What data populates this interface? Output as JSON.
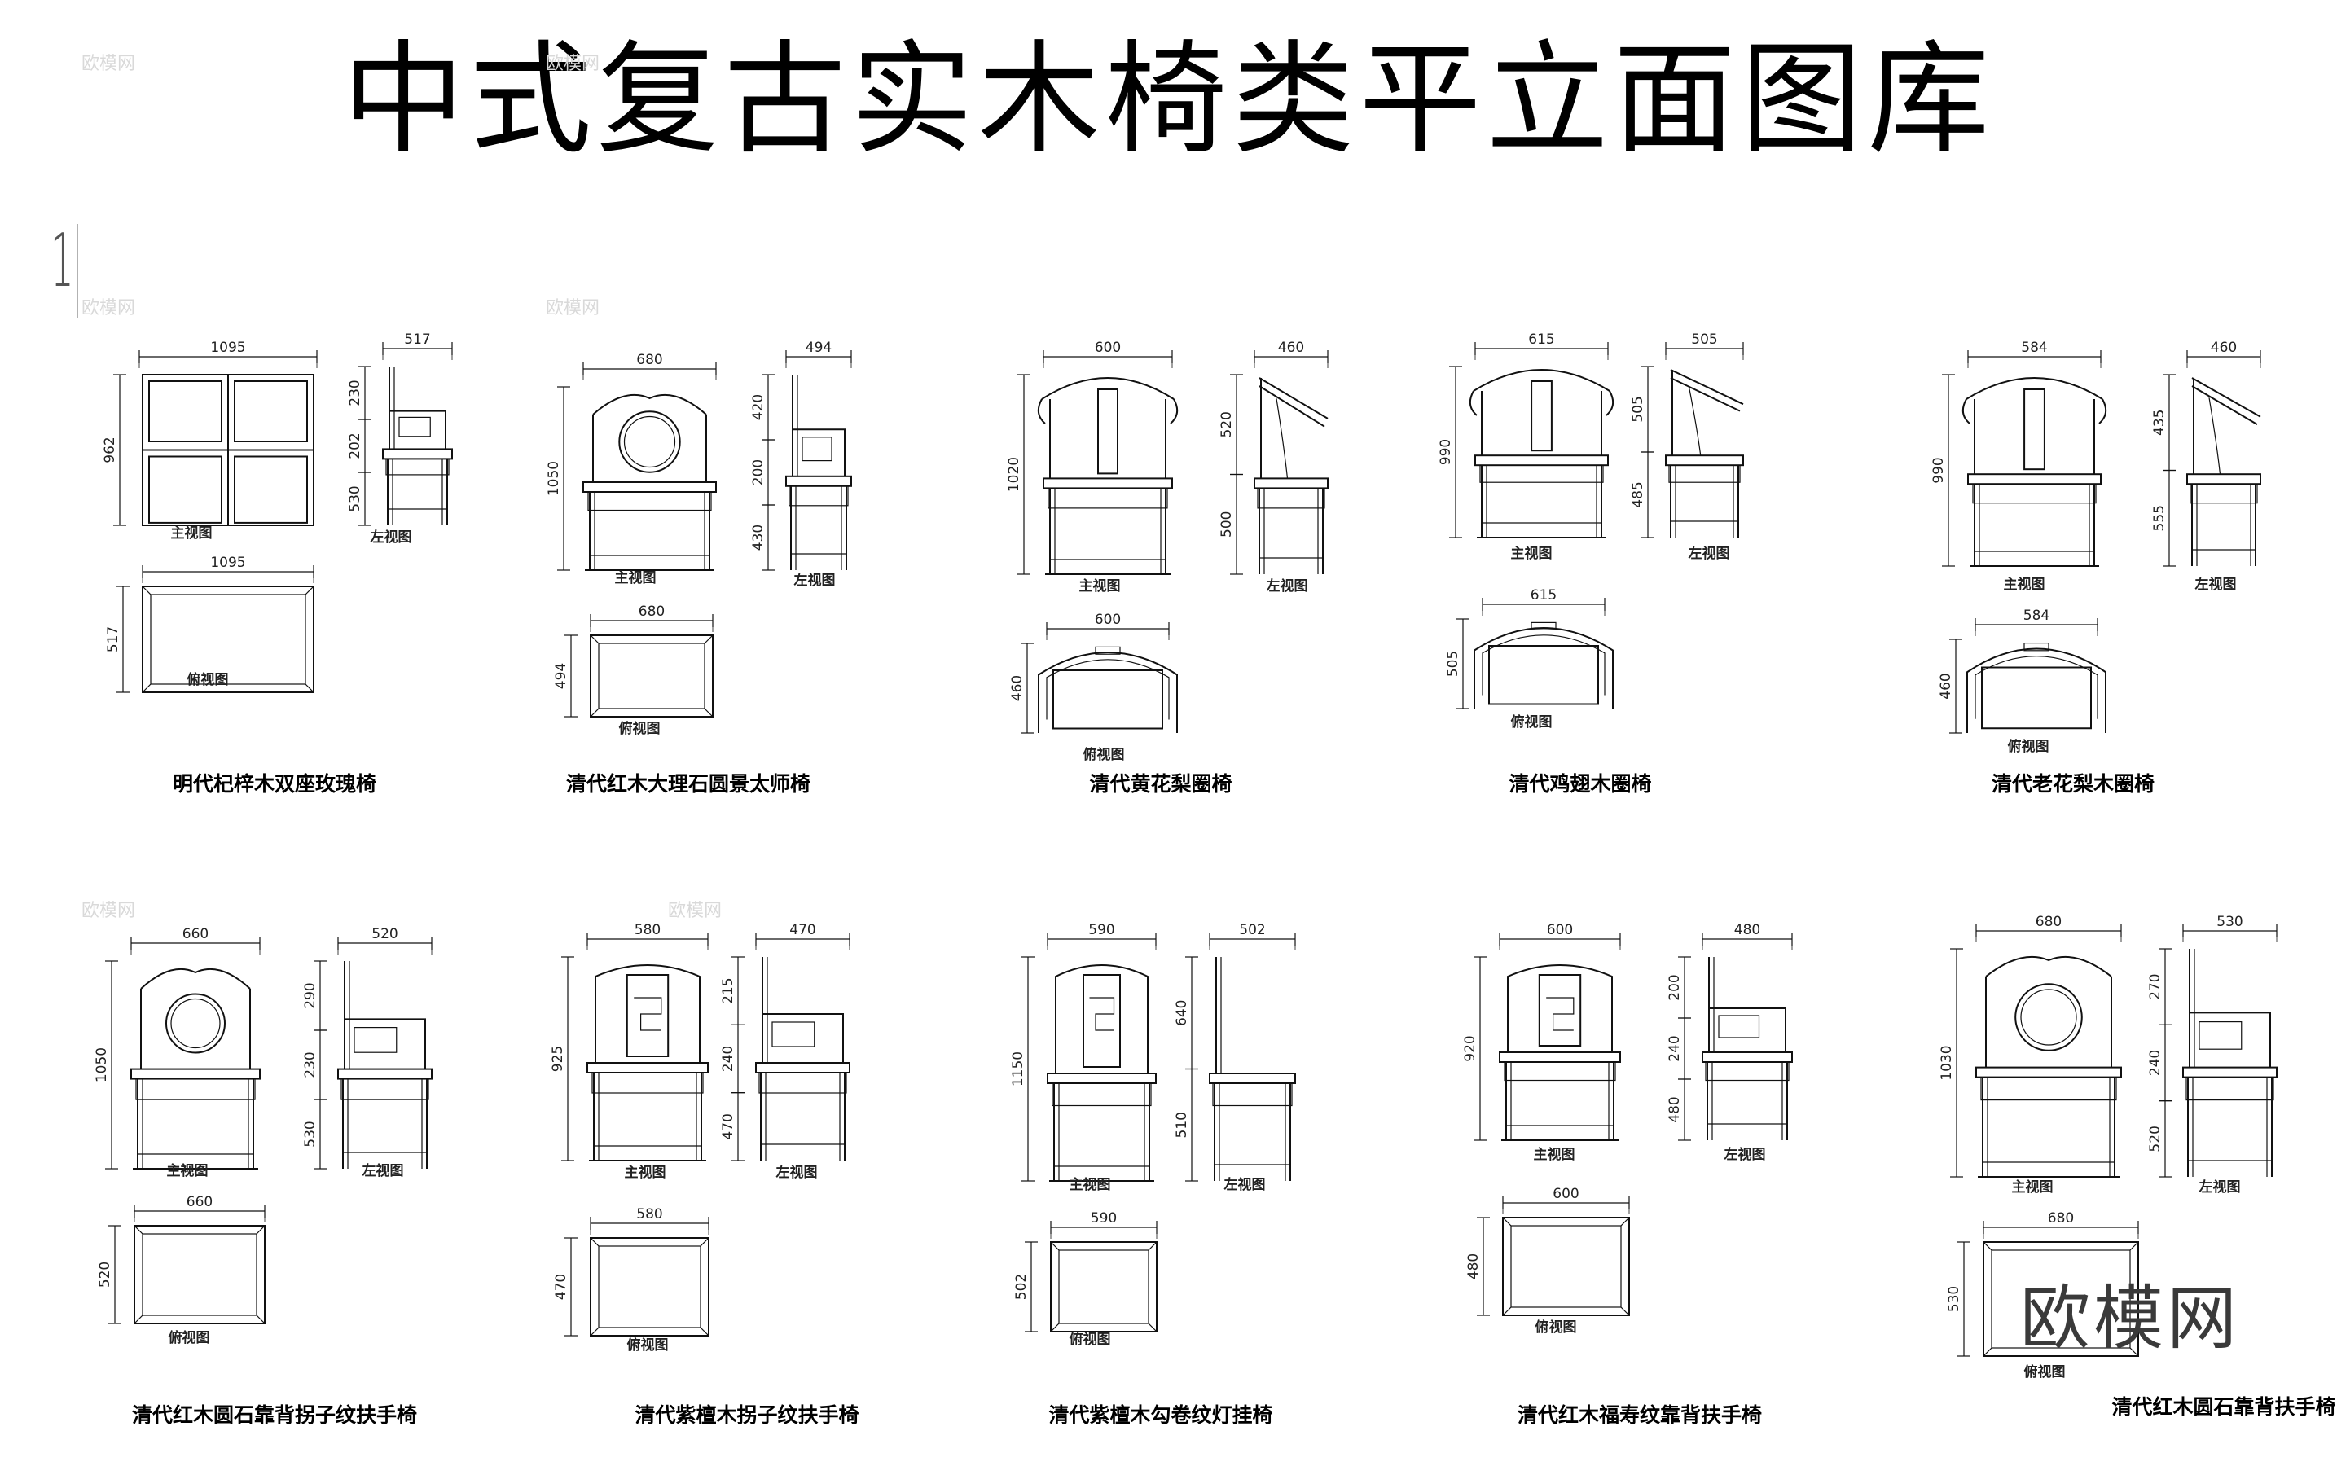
{
  "title": "中式复古实木椅类平立面图库",
  "sheet_number": "1",
  "logo_text": "欧模网",
  "view_labels": {
    "front": "主视图",
    "side": "左视图",
    "top": "俯视图"
  },
  "chairs": [
    {
      "name": "明代杞梓木双座玫瑰椅",
      "front_width": "1095",
      "front_heights": [
        "962"
      ],
      "side_width": "517",
      "side_heights": [
        "230",
        "202",
        "530"
      ],
      "top_width": "1095",
      "top_depth": "517"
    },
    {
      "name": "清代红木大理石圆景太师椅",
      "front_width": "680",
      "front_heights": [
        "1050"
      ],
      "side_width": "494",
      "side_heights": [
        "420",
        "200",
        "430"
      ],
      "top_width": "680",
      "top_depth": "494"
    },
    {
      "name": "清代黄花梨圈椅",
      "front_width": "600",
      "front_heights": [
        "1020"
      ],
      "side_width": "460",
      "side_heights": [
        "520",
        "500"
      ],
      "top_width": "600",
      "top_depth": "460"
    },
    {
      "name": "清代鸡翅木圈椅",
      "front_width": "615",
      "front_heights": [
        "990"
      ],
      "side_width": "505",
      "side_heights": [
        "505",
        "485"
      ],
      "top_width": "615",
      "top_depth": "505"
    },
    {
      "name": "清代老花梨木圈椅",
      "front_width": "584",
      "front_heights": [
        "990"
      ],
      "side_width": "460",
      "side_heights": [
        "435",
        "555"
      ],
      "top_width": "584",
      "top_depth": "460"
    },
    {
      "name": "清代红木圆石靠背拐子纹扶手椅",
      "front_width": "660",
      "front_heights": [
        "1050"
      ],
      "side_width": "520",
      "side_heights": [
        "290",
        "230",
        "530"
      ],
      "top_width": "660",
      "top_depth": "520"
    },
    {
      "name": "清代紫檀木拐子纹扶手椅",
      "front_width": "580",
      "front_heights": [
        "925"
      ],
      "side_width": "470",
      "side_heights": [
        "215",
        "240",
        "470"
      ],
      "top_width": "580",
      "top_depth": "470"
    },
    {
      "name": "清代紫檀木勾卷纹灯挂椅",
      "front_width": "590",
      "front_heights": [
        "1150"
      ],
      "side_width": "502",
      "side_heights": [
        "640",
        "510"
      ],
      "top_width": "590",
      "top_depth": "502"
    },
    {
      "name": "清代红木福寿纹靠背扶手椅",
      "front_width": "600",
      "front_heights": [
        "920"
      ],
      "side_width": "480",
      "side_heights": [
        "200",
        "240",
        "480"
      ],
      "top_width": "600",
      "top_depth": "480"
    },
    {
      "name": "清代红木圆石靠背扶手椅",
      "front_width": "680",
      "front_heights": [
        "1030"
      ],
      "side_width": "530",
      "side_heights": [
        "270",
        "240",
        "520"
      ],
      "top_width": "680",
      "top_depth": "530"
    }
  ]
}
